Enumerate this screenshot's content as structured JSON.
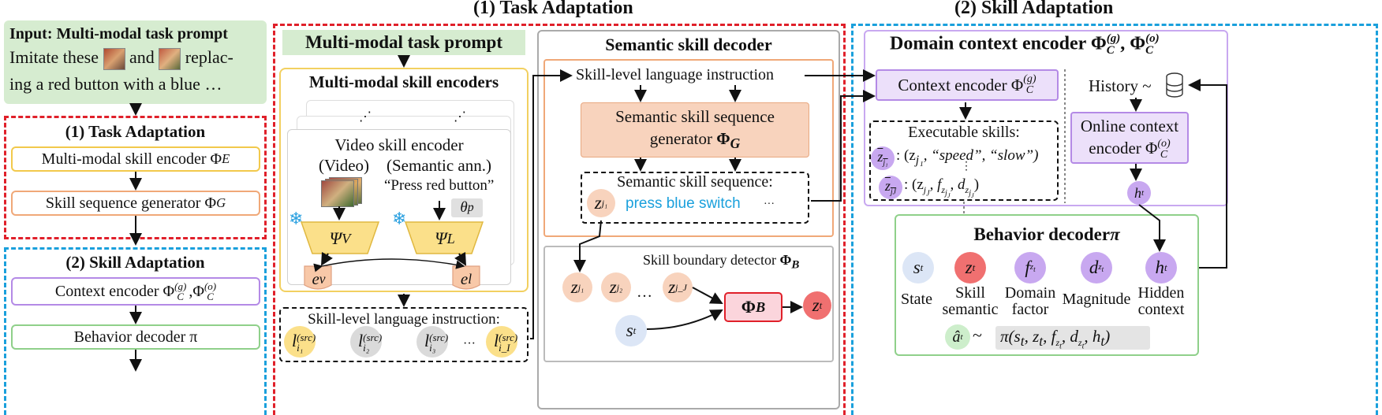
{
  "colors": {
    "red": "#e0202a",
    "blue": "#1aa0dc",
    "green_bg": "#d6ecd0",
    "yellow": "#f2c94c",
    "orange": "#f0a878",
    "purple": "#b48ae6",
    "light_purple": "#ece0fa",
    "peach": "#f8d3bd"
  },
  "headers": {
    "task": "(1) Task Adaptation",
    "skill": "(2) Skill Adaptation"
  },
  "left": {
    "input_title": "Input: Multi-modal task prompt",
    "input_line1_a": "Imitate these",
    "input_line1_b": "and",
    "input_line1_c": "replac-",
    "input_line2": "ing a red button with a blue …",
    "task_title": "(1) Task Adaptation",
    "encoder": "Multi-modal skill encoder Φ",
    "encoder_sub": "E",
    "generator": "Skill sequence generator Φ",
    "generator_sub": "G",
    "skill_title": "(2) Skill Adaptation",
    "context": "Context encoder Φ",
    "context_sub1": "C",
    "context_sup1": "(g)",
    "context_sub2": "C",
    "context_sup2": "(o)",
    "behavior": "Behavior decoder π"
  },
  "middle": {
    "prompt": "Multi-modal task prompt",
    "encoders_title": "Multi-modal skill encoders",
    "dots": "⋰",
    "video_title": "Video skill encoder",
    "video_sub": "(Video)",
    "semantic_sub": "(Semantic ann.)",
    "quote": "“Press red button”",
    "theta": "θ",
    "theta_sub": "p",
    "psi": "Ψ",
    "psi_v": "V",
    "psi_l": "L",
    "e": "e",
    "e_v": "v",
    "e_l": "l",
    "instr_title": "Skill-level language instruction:",
    "l_sym": "l",
    "l_sup": "(src)",
    "l_subs": [
      "i₁",
      "i₂",
      "i₃",
      "i_I"
    ],
    "ellipsis": "···"
  },
  "decoder": {
    "title": "Semantic skill decoder",
    "instruction": "Skill-level language instruction",
    "gen_line1": "Semantic skill sequence",
    "gen_line2": "generator",
    "gen_sym": "Φ",
    "gen_sub": "G",
    "seq_title": "Semantic skill sequence:",
    "z": "z",
    "zj1_sub": "j₁",
    "press": "press blue switch",
    "dots": "···",
    "boundary": "Skill boundary detector",
    "boundary_sym": "Φ",
    "boundary_sub": "B",
    "z_subs": [
      "j₁",
      "j₂",
      "j_J"
    ],
    "mid_dots": "…",
    "s_t": "s",
    "t": "t",
    "phi_b": "Φ",
    "phi_b_sub": "B"
  },
  "skill": {
    "title": "Domain context encoder",
    "title_sym1": "Φ",
    "title_sub": "C",
    "title_sup1": "(g)",
    "title_sup2": "(o)",
    "ctx": "Context encoder Φ",
    "ctx_sub": "C",
    "ctx_sup": "(g)",
    "history": "History ~",
    "exec_title": "Executable skills:",
    "exec1": ": (z",
    "exec1_sub": "j₁",
    "exec1_rest": ", “speed”, “slow”)",
    "exec2": ": (z",
    "exec2_rest": ", f",
    "exec2_rest2": ", d",
    "exec_vdots": "⋮",
    "online_line1": "Online context",
    "online_line2": "encoder Φ",
    "online_sub": "C",
    "online_sup": "(o)",
    "h": "h",
    "h_sub": "t",
    "behavior_title": "Behavior decoder",
    "behavior_pi": "π",
    "state": "State",
    "skill_sem1": "Skill",
    "skill_sem2": "semantic",
    "domain1": "Domain",
    "domain2": "factor",
    "magnitude": "Magnitude",
    "hidden1": "Hidden",
    "hidden2": "context",
    "sym_s": "s",
    "sym_z": "z",
    "sym_f": "f",
    "sym_d": "d",
    "sym_h": "h",
    "sub_t": "t",
    "sub_zt": "z",
    "a_hat": "â",
    "tilde": "~",
    "policy": "π(s",
    "policy_mid1": ", z",
    "policy_mid2": ", f",
    "policy_mid3": ", d",
    "policy_mid4": ", h",
    "policy_end": ")"
  }
}
